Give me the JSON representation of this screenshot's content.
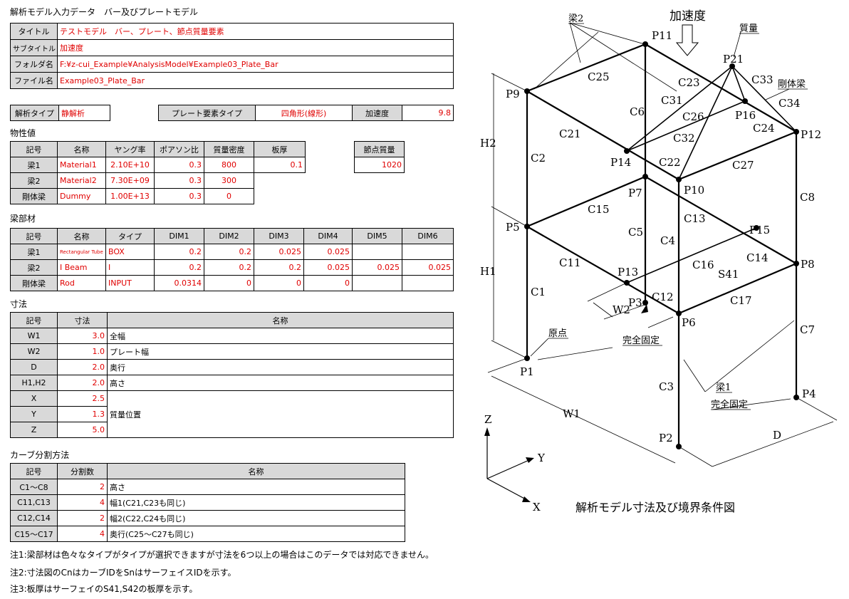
{
  "page_title": "解析モデル入力データ　バー及びプレートモデル",
  "info": {
    "rows": [
      {
        "label": "タイトル",
        "value": "テストモデル　バー、プレート、節点質量要素"
      },
      {
        "label": "サブタイトル",
        "value": "加速度"
      },
      {
        "label": "フォルダ名",
        "value": "F:¥z-cui_Example¥AnalysisModel¥Example03_Plate_Bar"
      },
      {
        "label": "ファイル名",
        "value": "Example03_Plate_Bar"
      }
    ]
  },
  "analysis": {
    "type_label": "解析タイプ",
    "type_value": "静解析",
    "plate_label": "プレート要素タイプ",
    "plate_value": "四角形(線形)",
    "accel_label": "加速度",
    "accel_value": "9.8"
  },
  "props": {
    "section": "物性値",
    "headers": [
      "記号",
      "名称",
      "ヤング率",
      "ポアソン比",
      "質量密度",
      "板厚"
    ],
    "rows": [
      [
        "梁1",
        "Material1",
        "2.10E+10",
        "0.3",
        "800",
        "0.1"
      ],
      [
        "梁2",
        "Material2",
        "7.30E+09",
        "0.3",
        "300",
        ""
      ],
      [
        "剛体梁",
        "Dummy",
        "1.00E+13",
        "0.3",
        "0",
        ""
      ]
    ],
    "node_mass_label": "節点質量",
    "node_mass_value": "1020"
  },
  "beams": {
    "section": "梁部材",
    "headers": [
      "記号",
      "名称",
      "タイプ",
      "DIM1",
      "DIM2",
      "DIM3",
      "DIM4",
      "DIM5",
      "DIM6"
    ],
    "rows": [
      [
        "梁1",
        "Rectangular Tube",
        "BOX",
        "0.2",
        "0.2",
        "0.025",
        "0.025",
        "",
        ""
      ],
      [
        "梁2",
        "I Beam",
        "I",
        "0.2",
        "0.2",
        "0.2",
        "0.025",
        "0.025",
        "0.025"
      ],
      [
        "剛体梁",
        "Rod",
        "INPUT",
        "0.0314",
        "0",
        "0",
        "0",
        "",
        ""
      ]
    ]
  },
  "dims": {
    "section": "寸法",
    "headers": [
      "記号",
      "寸法",
      "名称"
    ],
    "rows": [
      [
        "W1",
        "3.0",
        "全幅"
      ],
      [
        "W2",
        "1.0",
        "プレート幅"
      ],
      [
        "D",
        "2.0",
        "奥行"
      ],
      [
        "H1,H2",
        "2.0",
        "高さ"
      ],
      [
        "X",
        "2.5",
        ""
      ],
      [
        "Y",
        "1.3",
        "質量位置"
      ],
      [
        "Z",
        "5.0",
        ""
      ]
    ]
  },
  "curves": {
    "section": "カーブ分割方法",
    "headers": [
      "記号",
      "分割数",
      "名称"
    ],
    "rows": [
      [
        "C1～C8",
        "2",
        "高さ"
      ],
      [
        "C11,C13",
        "4",
        "幅1(C21,C23も同じ)"
      ],
      [
        "C12,C14",
        "2",
        "幅2(C22,C24も同じ)"
      ],
      [
        "C15～C17",
        "4",
        "奥行(C25～C27も同じ)"
      ]
    ]
  },
  "notes": [
    "注1:梁部材は色々なタイプがタイプが選択できますが寸法を6つ以上の場合はこのデータでは対応できません。",
    "注2:寸法図のCnはカーブIDをSnはサーフェイスIDを示す。",
    "注3:板厚はサーフェイのS41,S42の板厚を示す。"
  ],
  "diagram": {
    "caption": "解析モデル寸法及び境界条件図",
    "accel": "加速度",
    "labels": {
      "beam2": "梁2",
      "mass": "質量",
      "rigid": "剛体梁",
      "origin": "原点",
      "fixed1": "完全固定",
      "fixed2": "完全固定",
      "beam1": "梁1",
      "H1": "H1",
      "H2": "H2",
      "W1": "W1",
      "W2": "W2",
      "D": "D",
      "X": "X",
      "Y": "Y",
      "Z": "Z",
      "S41": "S41"
    },
    "points": [
      "P1",
      "P2",
      "P3",
      "P4",
      "P5",
      "P6",
      "P7",
      "P8",
      "P9",
      "P10",
      "P11",
      "P12",
      "P13",
      "P14",
      "P15",
      "P16",
      "P21"
    ],
    "curves": [
      "C1",
      "C2",
      "C3",
      "C4",
      "C5",
      "C6",
      "C7",
      "C8",
      "C11",
      "C12",
      "C13",
      "C14",
      "C15",
      "C16",
      "C17",
      "C21",
      "C22",
      "C23",
      "C24",
      "C25",
      "C26",
      "C27",
      "C31",
      "C32",
      "C33",
      "C34"
    ]
  }
}
